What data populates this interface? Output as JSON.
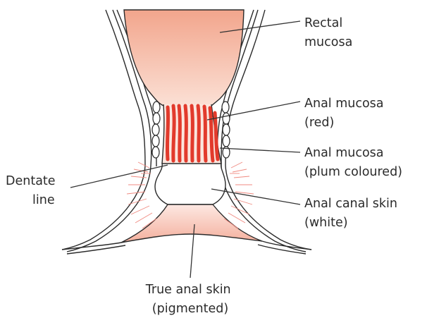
{
  "labels": {
    "rectal_mucosa": [
      "Rectal",
      "mucosa"
    ],
    "anal_mucosa_red": [
      "Anal mucosa",
      "(red)"
    ],
    "anal_mucosa_plum": [
      "Anal mucosa",
      "(plum coloured)"
    ],
    "dentate_line": [
      "Dentate",
      "line"
    ],
    "anal_canal_skin": [
      "Anal canal skin",
      "(white)"
    ],
    "true_anal_skin": [
      "True anal skin",
      "(pigmented)"
    ]
  },
  "colors": {
    "rectal_mucosa_top": "#f2a58c",
    "rectal_mucosa_bottom": "#fbe0d5",
    "anal_mucosa_red": "#e23a2c",
    "true_anal_skin_top": "#fde8e2",
    "true_anal_skin_bottom": "#f4b09e",
    "outline": "#2a2a2a"
  }
}
